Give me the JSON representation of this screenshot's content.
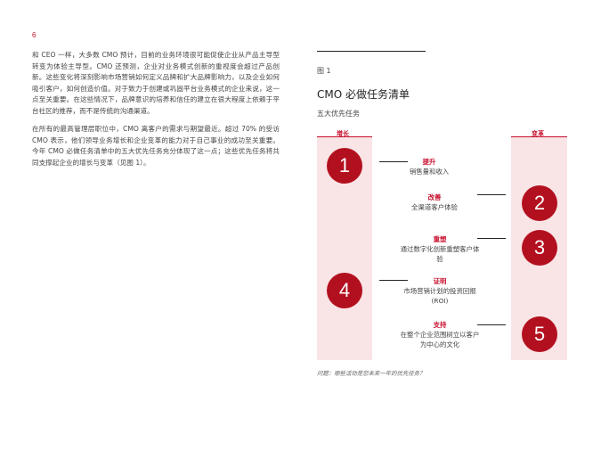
{
  "page": {
    "number": "6"
  },
  "body": {
    "paragraphs": [
      "和 CEO 一样，大多数 CMO 预计，目前的业务环境很可能促使企业从产品主导型转变为体验主导型。CMO 还预测，企业对业务模式创新的重视度会超过产品创新。这些变化将深刻影响市场营销如何定义品牌和扩大品牌影响力，以及企业如何吸引客户，如何创造价值。对于致力于创建或巩固平台业务模式的企业来说，这一点至关重要。在这些情况下，品牌意识的培养和信任的建立在很大程度上依赖于平台社区的推荐，而不是传统的沟通渠道。",
      "在所有的最高管理层职位中，CMO 离客户的需求与期望最近。超过 70% 的受访 CMO 表示，他们领导业务增长和企业变革的能力对于自己事业的成功至关重要。今年 CMO 必做任务清单中的五大优先任务充分体现了这一点；这些优先任务将共同支撑起企业的增长与变革（见图 1）。"
    ]
  },
  "figure": {
    "label": "图 1",
    "title": "CMO 必做任务清单",
    "subtitle": "五大优先任务",
    "columns": {
      "left": "增长",
      "right": "变革"
    },
    "accent_color": "#c8102e",
    "circle_color": "#b3101f",
    "band_color": "#f9e4e6",
    "priorities": [
      {
        "number": "1",
        "title": "提升",
        "desc": "销售量和收入"
      },
      {
        "number": "2",
        "title": "改善",
        "desc": "全渠道客户体验"
      },
      {
        "number": "3",
        "title": "重塑",
        "desc": "通过数字化创新重塑客户体验"
      },
      {
        "number": "4",
        "title": "证明",
        "desc": "市场营销计划的投资回报 (ROI)"
      },
      {
        "number": "5",
        "title": "支持",
        "desc": "在整个企业范围树立以客户为中心的文化"
      }
    ],
    "footnote": "问题：哪些活动是您未来一年的优先任务？"
  }
}
